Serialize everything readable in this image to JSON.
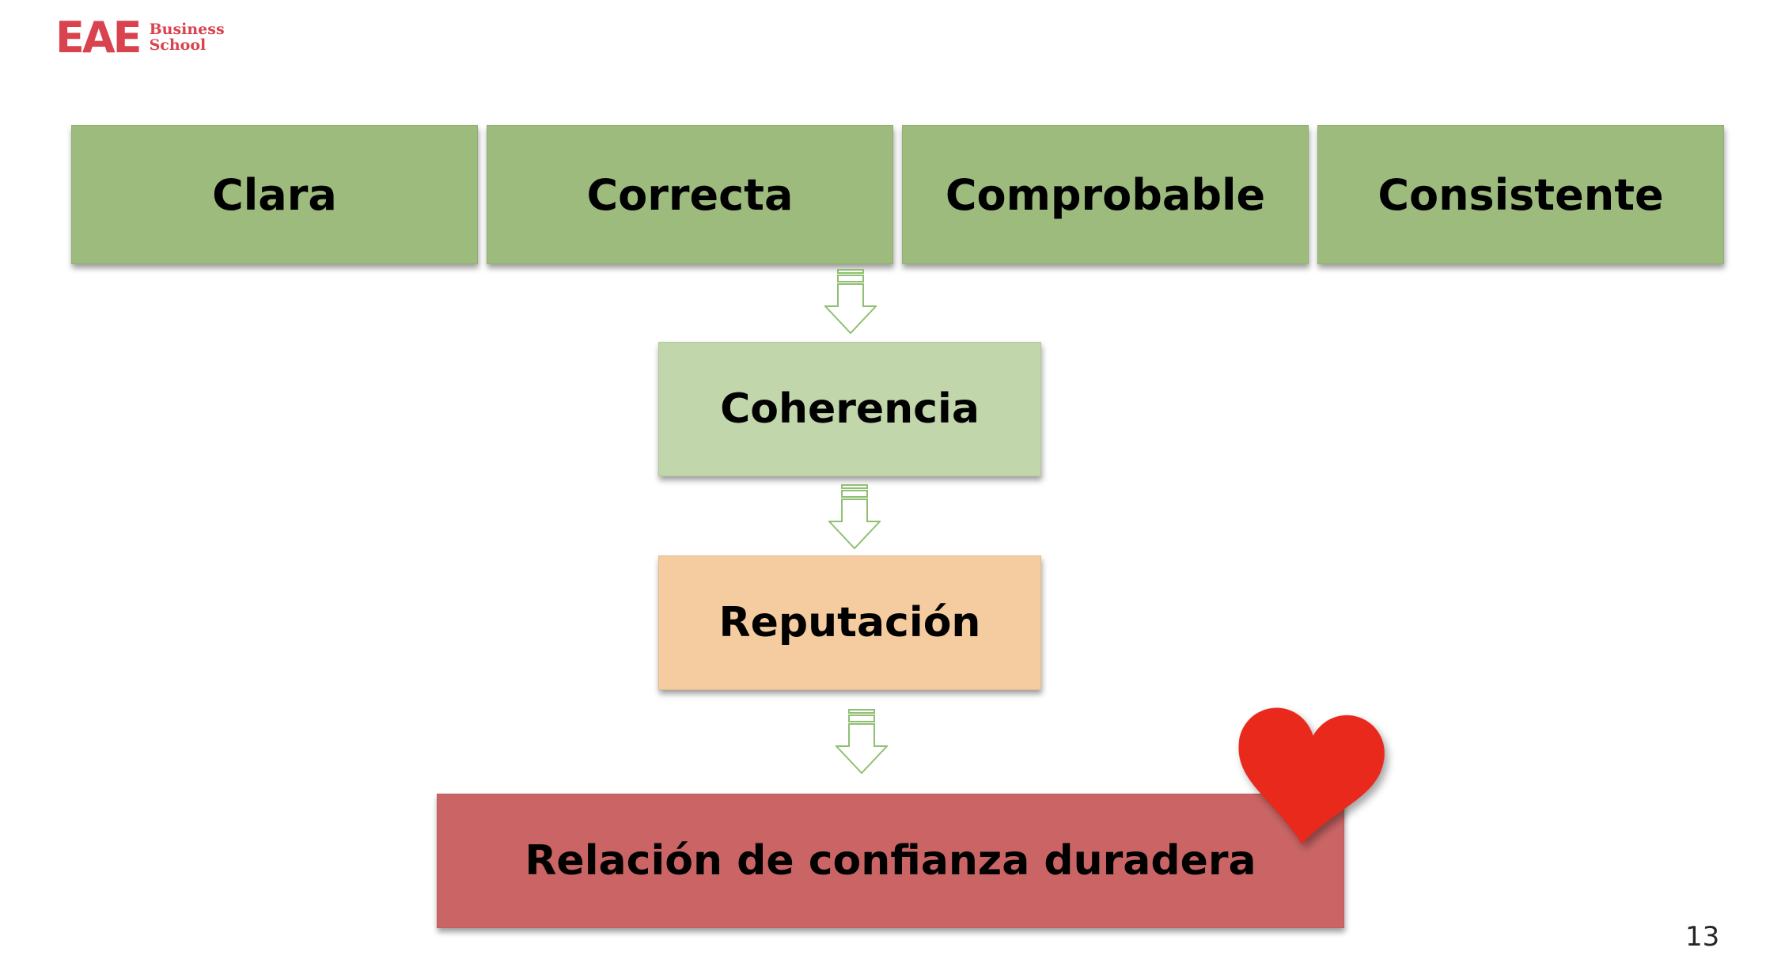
{
  "slide": {
    "background": "#ffffff",
    "page_number": "13"
  },
  "logo": {
    "acronym": "EAE",
    "school_line1": "Business",
    "school_line2": "School",
    "color": "#D9434F"
  },
  "top_row": {
    "fill": "#9CBB7D",
    "items": [
      {
        "label": "Clara"
      },
      {
        "label": "Correcta"
      },
      {
        "label": "Comprobable"
      },
      {
        "label": "Consistente"
      }
    ]
  },
  "flow": {
    "coherencia": {
      "label": "Coherencia",
      "fill": "#C2D6AC"
    },
    "reputacion": {
      "label": "Reputación",
      "fill": "#F4CC9F"
    },
    "relacion": {
      "label": "Relación de confianza duradera",
      "fill": "#CB6565"
    }
  },
  "arrows": {
    "icon": "striped-down-arrow",
    "stroke": "#8FBF70",
    "fill": "#ffffff"
  },
  "heart": {
    "icon": "heart",
    "fill": "#E8291C"
  },
  "text_color": "#000000"
}
